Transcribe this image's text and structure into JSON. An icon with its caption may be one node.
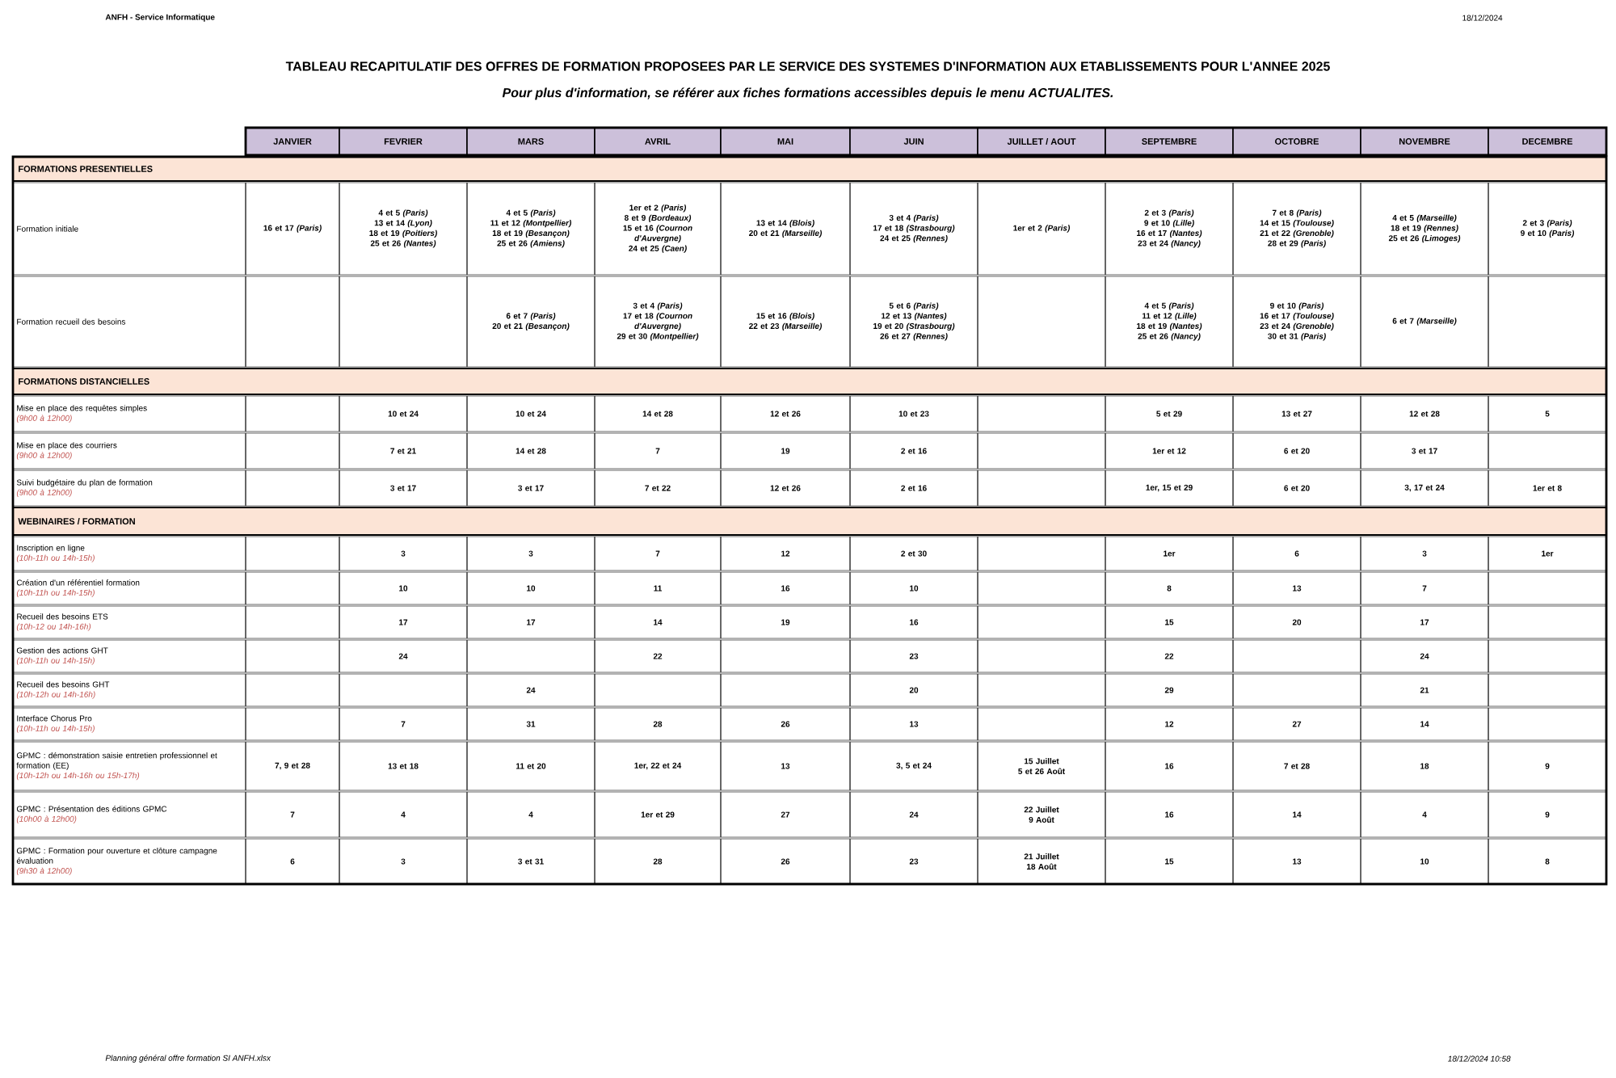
{
  "diagram": {
    "title": "TABLEAU RECAPITULATIF DES OFFRES DE FORMATION PROPOSEES PAR LE SERVICE DES SYSTEMES D'INFORMATION AUX ETABLISSEMENTS POUR L'ANNEE 2025",
    "labels": [
      "ANFH - Service Informatique",
      "18/12/2024",
      "Pour plus d'information, se référer aux fiches formations accessibles depuis le menu ACTUALITES.",
      "JANVIER",
      "FEVRIER",
      "MARS",
      "AVRIL",
      "MAI",
      "JUIN",
      "JUILLET / AOUT",
      "SEPTEMBRE",
      "OCTOBRE",
      "NOVEMBRE",
      "DECEMBRE",
      "FORMATIONS PRESENTIELLES",
      "Formation initiale",
      "16 et 17 *(Paris)*",
      "4 et 5 *(Paris)*",
      "13 et 14 *(Lyon)*",
      "18 et 19 *(Poitiers)*",
      "25 et 26 *(Nantes)*",
      "4 et 5 *(Paris)*",
      "11 et 12 *(Montpellier)*",
      "18 et 19 *(Besançon)*",
      "25 et 26 *(Amiens)*",
      "1er et 2 *(Paris)*",
      "8 et 9 *(Bordeaux)*",
      "15 et 16 *(Cournon d'Auvergne)*",
      "24 et 25 *(Caen)*",
      "13 et 14 *(Blois)*",
      "20 et 21 *(Marseille)*",
      "3 et 4 *(Paris)*",
      "17 et 18 *(Strasbourg)*",
      "24 et 25 *(Rennes)*",
      "1er et 2 *(Paris)*",
      "2 et 3 *(Paris)*",
      "9 et 10 *(Lille)*",
      "16 et 17 *(Nantes)*",
      "23 et 24 *(Nancy)*",
      "7 et 8 *(Paris)*",
      "14 et 15 *(Toulouse)*",
      "21 et 22 *(Grenoble)*",
      "28 et 29 *(Paris)*",
      "4 et 5 *(Marseille)*",
      "18 et 19 *(Rennes)*",
      "25 et 26 *(Limoges)*",
      "2 et 3 *(Paris)*",
      "9 et 10 *(Paris)*",
      "Formation recueil des besoins",
      "6 et 7 *(Paris)*",
      "20 et 21 *(Besançon)*",
      "3 et 4 *(Paris)*",
      "17 et 18 *(Cournon d'Auvergne)*",
      "29 et 30 *(Montpellier)*",
      "15 et 16 *(Blois)*",
      "22 et 23 *(Marseille)*",
      "5 et 6 *(Paris)*",
      "12 et 13 *(Nantes)*",
      "19 et 20 *(Strasbourg)*",
      "26 et 27 *(Rennes)*",
      "4 et 5 *(Paris)*",
      "11 et 12 *(Lille)*",
      "18 et 19 *(Nantes)*",
      "25 et 26 *(Nancy)*",
      "9 et 10 *(Paris)*",
      "16 et 17 *(Toulouse)*",
      "23 et 24 *(Grenoble)*",
      "30 et 31 *(Paris)*",
      "6 et 7 *(Marseille)*",
      "FORMATIONS DISTANCIELLES",
      "Mise en place des requêtes simples",
      "(9h00 à 12h00)",
      "10 et 24",
      "10 et 24",
      "14 et 28",
      "12 et 26",
      "10 et 23",
      "5 et 29",
      "13 et 27",
      "12 et 28",
      "5",
      "Mise en place des courriers",
      "(9h00 à 12h00)",
      "7 et 21",
      "14 et 28",
      "7",
      "19",
      "2 et 16",
      "1er et 12",
      "6 et 20",
      "3 et 17",
      "Suivi budgétaire du plan de formation",
      "(9h00 à 12h00)",
      "3 et 17",
      "3 et 17",
      "7 et 22",
      "12 et 26",
      "2 et 16",
      "1er, 15 et 29",
      "6 et 20",
      "3, 17 et 24",
      "1er et 8",
      "WEBINAIRES / FORMATION",
      "Inscription en ligne",
      "(10h-11h ou 14h-15h)",
      "3",
      "3",
      "7",
      "12",
      "2 et 30",
      "1er",
      "6",
      "3",
      "1er",
      "Création d'un référentiel formation",
      "(10h-11h ou 14h-15h)",
      "10",
      "10",
      "11",
      "16",
      "10",
      "8",
      "13",
      "7",
      "Recueil des besoins ETS",
      "(10h-12 ou 14h-16h)",
      "17",
      "17",
      "14",
      "19",
      "16",
      "15",
      "20",
      "17",
      "Gestion des actions GHT",
      "(10h-11h ou 14h-15h)",
      "24",
      "22",
      "23",
      "22",
      "24",
      "Recueil des besoins GHT",
      "(10h-12h ou 14h-16h)",
      "24",
      "20",
      "29",
      "21",
      "Interface Chorus Pro",
      "(10h-11h ou 14h-15h)",
      "7",
      "31",
      "28",
      "26",
      "13",
      "12",
      "27",
      "14",
      "GPMC : démonstration saisie entretien professionnel et formation (EE)",
      "(10h-12h ou 14h-16h ou 15h-17h)",
      "7, 9 et 28",
      "13 et 18",
      "11 et 20",
      "1er, 22 et 24",
      "13",
      "3, 5 et 24",
      "15 Juillet",
      "5 et 26 Août",
      "16",
      "7 et 28",
      "18",
      "9",
      "GPMC : Présentation des éditions GPMC",
      "(10h00 à 12h00)",
      "7",
      "4",
      "4",
      "1er et 29",
      "27",
      "24",
      "22 Juillet",
      "9 Août",
      "16",
      "14",
      "4",
      "9",
      "GPMC : Formation pour ouverture et clôture campagne évaluation",
      "(9h30 à 12h00)",
      "6",
      "3",
      "3 et 31",
      "28",
      "26",
      "23",
      "21 Juillet",
      "18 Août",
      "15",
      "13",
      "10",
      "8",
      "Planning général offre formation SI ANFH.xlsx",
      "18/12/2024 10:58"
    ]
  }
}
